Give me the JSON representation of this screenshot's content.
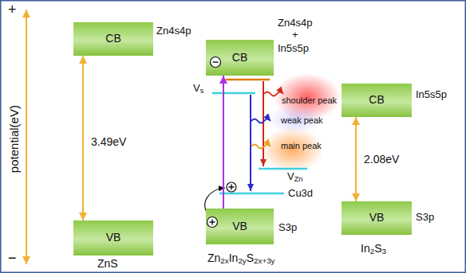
{
  "diagram": {
    "nodes": [
      {
        "text": [
          "CB"
        ]
      },
      {
        "text": [
          "VB"
        ]
      },
      {
        "text": [
          "CB"
        ]
      },
      {
        "text": [
          "VB"
        ]
      },
      {
        "text": [
          "CB"
        ]
      },
      {
        "text": [
          "VB"
        ]
      }
    ],
    "edges": [
      {
        "from": 0,
        "to": 1,
        "arrow": "both",
        "label": "3.49eV"
      },
      {
        "from": 3,
        "to": 2,
        "arrow": "to"
      },
      {
        "from": 4,
        "to": 5,
        "arrow": "both",
        "label": "2.08eV"
      }
    ],
    "labels": [
      "+",
      "potential(eV)",
      "−",
      "Zn4s4p",
      "Zn4s4p",
      "+",
      "In5s5p",
      "In5s5p",
      "Vs",
      "VZn",
      "Cu3d",
      "shoulder peak",
      "weak peak",
      "main peak",
      "S3p",
      "S3p",
      "ZnS",
      "Zn2xIn2yS2x+3y",
      "In2S3"
    ]
  }
}
